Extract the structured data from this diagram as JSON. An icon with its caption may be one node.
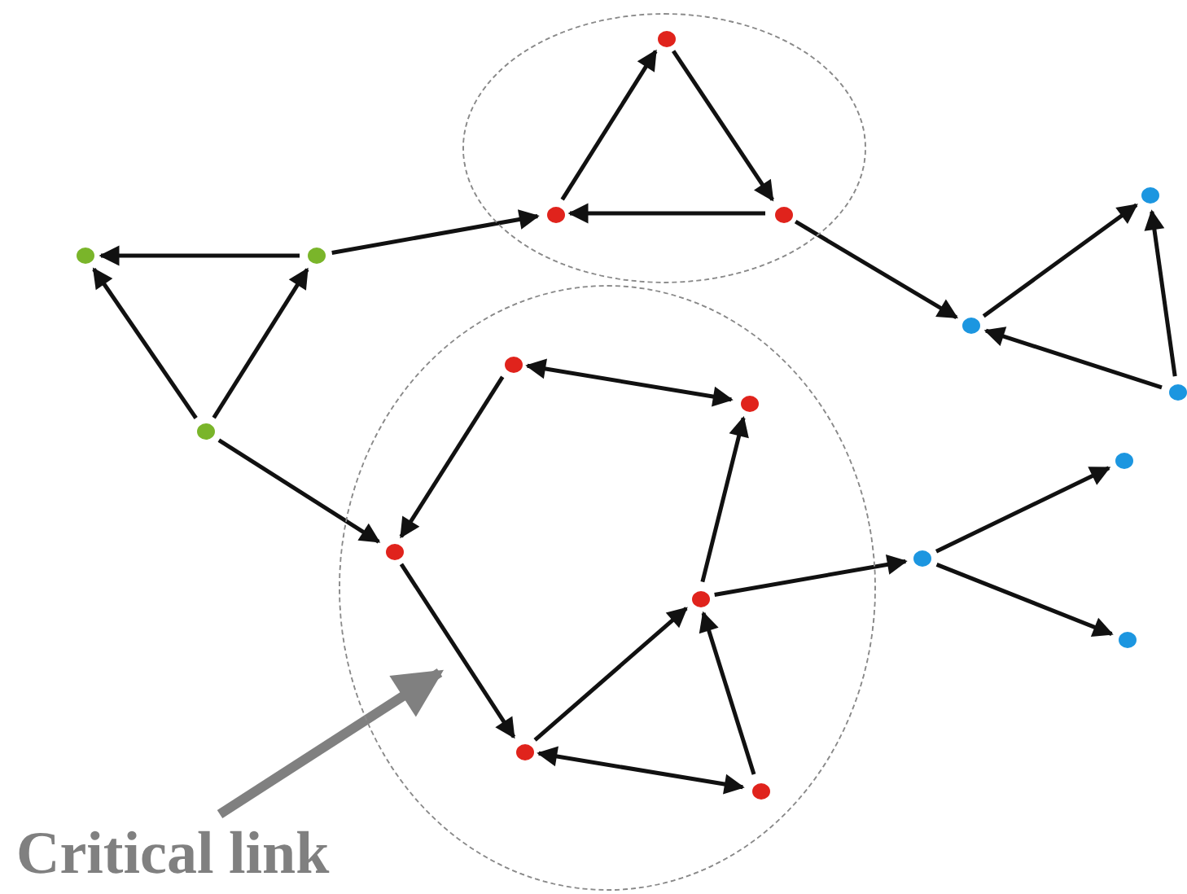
{
  "diagram": {
    "nodes": [
      {
        "text": [],
        "shape": "ellipse"
      },
      {
        "text": [],
        "shape": "circle",
        "in": 0
      },
      {
        "text": [],
        "shape": "circle",
        "in": 0
      },
      {
        "text": [],
        "shape": "circle",
        "in": 0
      },
      {
        "text": [],
        "shape": "circle"
      },
      {
        "text": [],
        "shape": "circle"
      },
      {
        "text": [],
        "shape": "circle"
      },
      {
        "text": [],
        "shape": "circle"
      },
      {
        "text": [],
        "shape": "ellipse"
      },
      {
        "text": [],
        "shape": "circle",
        "in": 8
      },
      {
        "text": [],
        "shape": "circle",
        "in": 8
      },
      {
        "text": [],
        "shape": "circle"
      },
      {
        "text": [],
        "shape": "circle"
      },
      {
        "text": [],
        "shape": "circle"
      },
      {
        "text": [],
        "shape": "circle",
        "in": 8
      },
      {
        "text": [],
        "shape": "circle"
      },
      {
        "text": [],
        "shape": "circle",
        "in": 8
      },
      {
        "text": [],
        "shape": "circle"
      },
      {
        "text": [],
        "shape": "circle",
        "in": 8
      },
      {
        "text": [],
        "shape": "circle",
        "in": 8
      },
      {
        "text": [
          "Critical link"
        ]
      }
    ],
    "edges": [
      {
        "from": 6,
        "to": 5,
        "arrow": "to"
      },
      {
        "from": 12,
        "to": 5,
        "arrow": "to"
      },
      {
        "from": 12,
        "to": 6,
        "arrow": "to"
      },
      {
        "from": 6,
        "to": 2,
        "arrow": "to"
      },
      {
        "from": 2,
        "to": 1,
        "arrow": "to"
      },
      {
        "from": 1,
        "to": 3,
        "arrow": "to"
      },
      {
        "from": 3,
        "to": 2,
        "arrow": "to"
      },
      {
        "from": 3,
        "to": 7,
        "arrow": "to"
      },
      {
        "from": 7,
        "to": 4,
        "arrow": "to"
      },
      {
        "from": 11,
        "to": 4,
        "arrow": "to"
      },
      {
        "from": 11,
        "to": 7,
        "arrow": "to"
      },
      {
        "from": 12,
        "to": 14,
        "arrow": "to"
      },
      {
        "from": 9,
        "to": 10,
        "arrow": "both"
      },
      {
        "from": 9,
        "to": 14,
        "arrow": "to"
      },
      {
        "from": 14,
        "to": 18,
        "arrow": "to"
      },
      {
        "from": 18,
        "to": 16,
        "arrow": "to"
      },
      {
        "from": 18,
        "to": 19,
        "arrow": "both"
      },
      {
        "from": 19,
        "to": 16,
        "arrow": "to"
      },
      {
        "from": 16,
        "to": 10,
        "arrow": "to"
      },
      {
        "from": 16,
        "to": 15,
        "arrow": "to"
      },
      {
        "from": 15,
        "to": 13,
        "arrow": "to"
      },
      {
        "from": 15,
        "to": 17,
        "arrow": "to"
      },
      {
        "from": 20,
        "to": null,
        "arrow": "to",
        "style": "thick",
        "color": "#808080"
      }
    ]
  }
}
